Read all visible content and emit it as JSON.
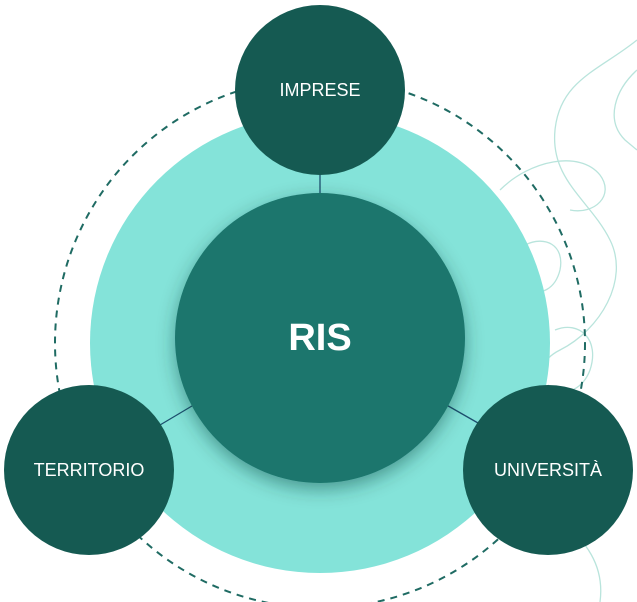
{
  "colors": {
    "outer_ring_fill": "#84e3d9",
    "center_fill": "#1a766d",
    "node_fill": "#155a52",
    "dashed_ring": "#1f6b63",
    "connector": "#1d4f6e",
    "decor_lines": "#b9e4dc",
    "label_text": "#ffffff"
  },
  "center": {
    "label": "RIS"
  },
  "nodes": [
    {
      "id": "imprese",
      "label": "IMPRESE"
    },
    {
      "id": "territorio",
      "label": "TERRITORIO"
    },
    {
      "id": "universita",
      "label": "UNIVERSITÀ"
    }
  ]
}
